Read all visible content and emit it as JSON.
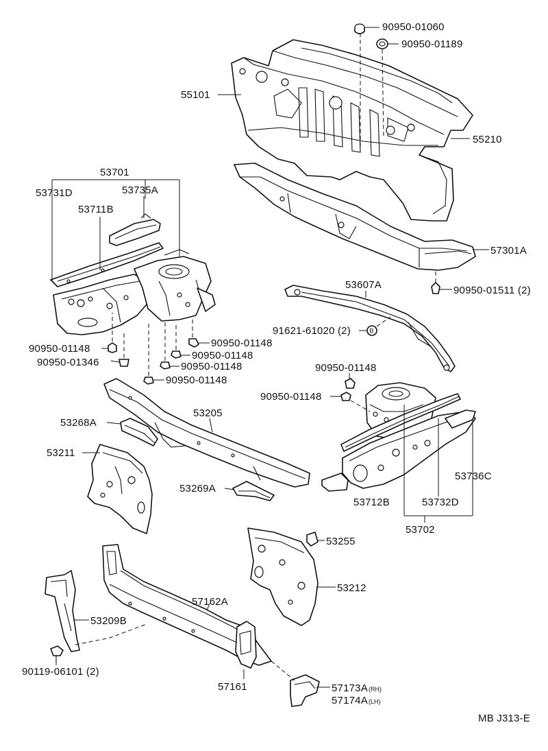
{
  "diagram": {
    "labels": {
      "p55101": "55101",
      "p55210": "55210",
      "p57301A": "57301A",
      "p90950_01060": "90950-01060",
      "p90950_01189": "90950-01189",
      "p90950_01511": "90950-01511 (2)",
      "p53701": "53701",
      "p53731D": "53731D",
      "p53735A": "53735A",
      "p53711B": "53711B",
      "p53607A": "53607A",
      "p91621": "91621-61020 (2)",
      "b_marker": "B",
      "c1_90950_01148": "90950-01148",
      "c1_90950_01346": "90950-01346",
      "c2_90950_01148": "90950-01148",
      "c3_90950_01148": "90950-01148",
      "c4_90950_01148": "90950-01148",
      "c5_90950_01148": "90950-01148",
      "r1_90950_01148": "90950-01148",
      "r2_90950_01148": "90950-01148",
      "p53268A": "53268A",
      "p53205": "53205",
      "p53211": "53211",
      "p53269A": "53269A",
      "p53736C": "53736C",
      "p53712B": "53712B",
      "p53732D": "53732D",
      "p53702": "53702",
      "p53255": "53255",
      "p53212": "53212",
      "p57162A": "57162A",
      "p53209B": "53209B",
      "p90119": "90119-06101 (2)",
      "p57161": "57161",
      "p57173A": "57173A",
      "p57173A_sub": "(RH)",
      "p57174A": "57174A",
      "p57174A_sub": "(LH)",
      "code": "MB J313-E"
    }
  }
}
